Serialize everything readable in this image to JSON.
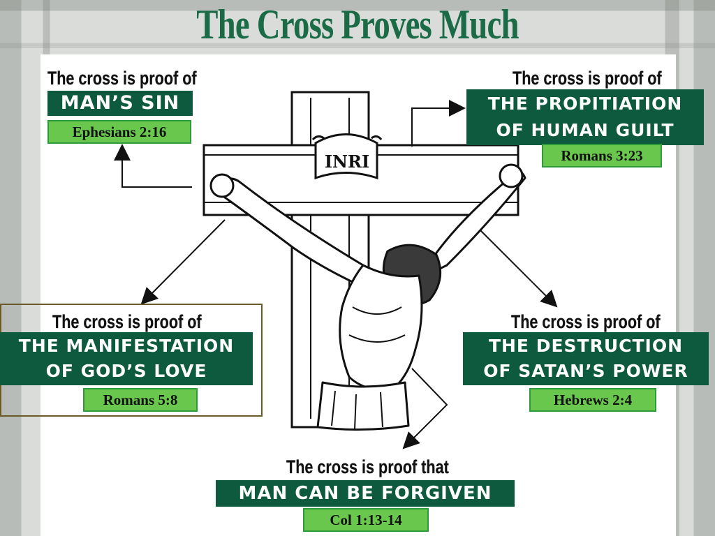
{
  "title": "The Cross Proves Much",
  "inscription": "INRI",
  "blocks": [
    {
      "id": "mans-sin",
      "lead": "The cross is proof of",
      "lines": [
        "MAN’S SIN"
      ],
      "ref": "Ephesians 2:16"
    },
    {
      "id": "propitiation",
      "lead": "The cross is proof of",
      "lines": [
        "THE PROPITIATION",
        "OF HUMAN GUILT"
      ],
      "ref": "Romans 3:23"
    },
    {
      "id": "gods-love",
      "lead": "The cross is proof of",
      "lines": [
        "THE MANIFESTATION",
        "OF GOD’S LOVE"
      ],
      "ref": "Romans 5:8"
    },
    {
      "id": "satans-power",
      "lead": "The cross is proof of",
      "lines": [
        "THE DESTRUCTION",
        "OF SATAN’S POWER"
      ],
      "ref": "Hebrews 2:4"
    },
    {
      "id": "forgiven",
      "lead": "The cross is proof that",
      "lines": [
        "MAN CAN BE FORGIVEN"
      ],
      "ref": "Col 1:13-14"
    }
  ],
  "colors": {
    "title": "#1b6b47",
    "band": "#0e5a3f",
    "ref_fill": "#6ac74e",
    "ref_border": "#2e9a3a"
  }
}
